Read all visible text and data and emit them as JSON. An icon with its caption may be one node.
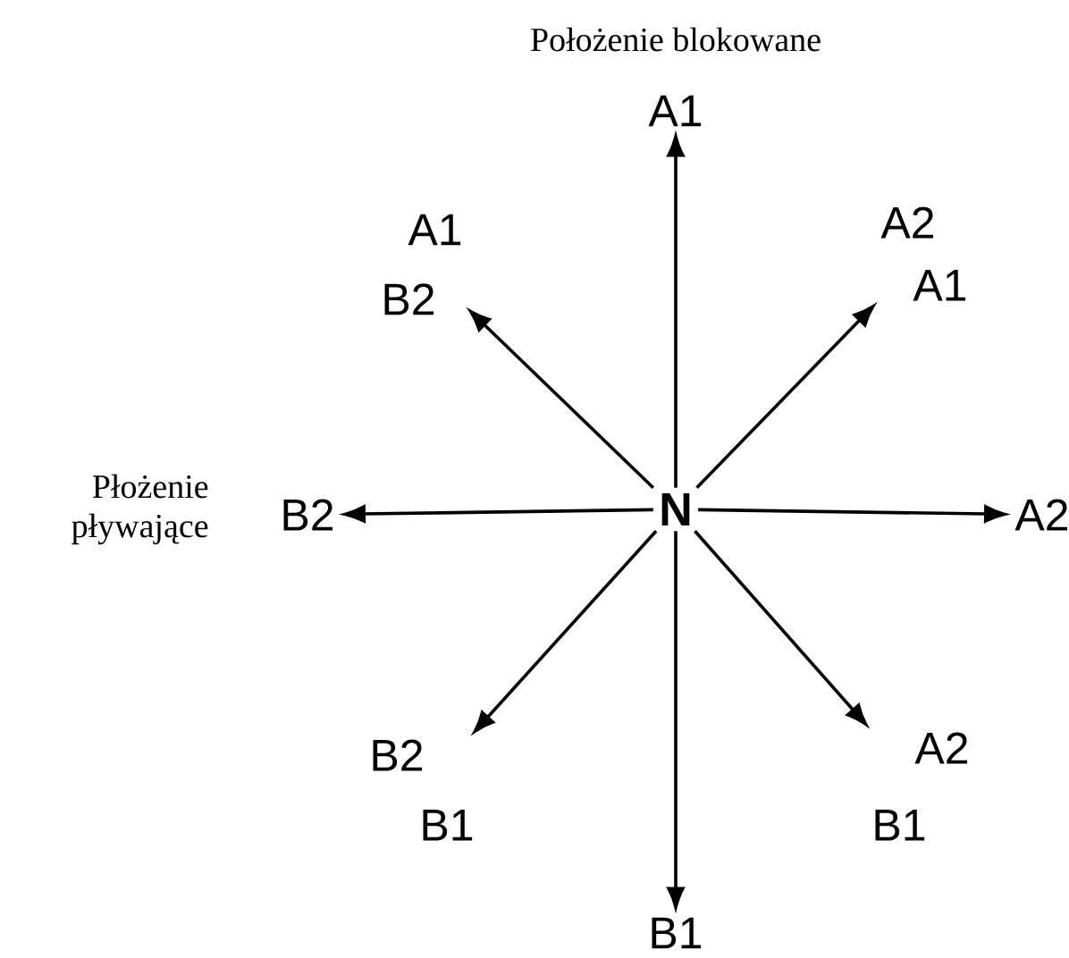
{
  "diagram": {
    "nodes": [
      {
        "text": [
          "N"
        ]
      },
      {
        "text": [
          "A1"
        ]
      },
      {
        "text": [
          "A2",
          "A1"
        ]
      },
      {
        "text": [
          "A2"
        ]
      },
      {
        "text": [
          "A2",
          "B1"
        ]
      },
      {
        "text": [
          "B1"
        ]
      },
      {
        "text": [
          "B2",
          "B1"
        ]
      },
      {
        "text": [
          "B2"
        ]
      },
      {
        "text": [
          "A1",
          "B2"
        ]
      }
    ],
    "edges": [
      {
        "from": 0,
        "to": 1,
        "arrow": "to"
      },
      {
        "from": 0,
        "to": 2,
        "arrow": "to"
      },
      {
        "from": 0,
        "to": 3,
        "arrow": "to"
      },
      {
        "from": 0,
        "to": 4,
        "arrow": "to"
      },
      {
        "from": 0,
        "to": 5,
        "arrow": "to"
      },
      {
        "from": 0,
        "to": 6,
        "arrow": "to"
      },
      {
        "from": 0,
        "to": 7,
        "arrow": "to"
      },
      {
        "from": 0,
        "to": 8,
        "arrow": "to"
      }
    ],
    "labels": [
      "Położenie blokowane",
      "Płożenie pływające"
    ]
  }
}
